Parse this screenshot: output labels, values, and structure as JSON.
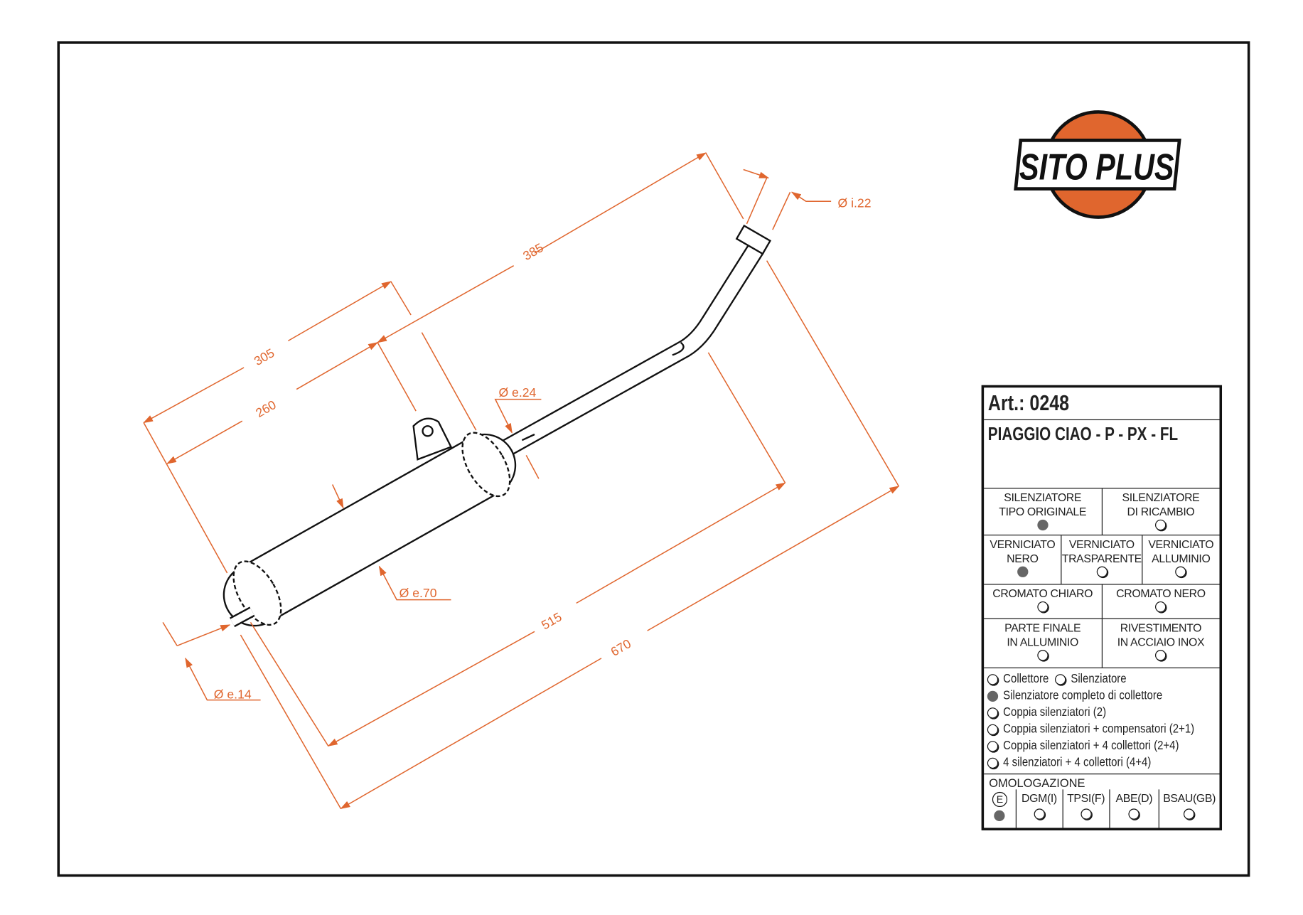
{
  "brand": {
    "logo_text": "SITO PLUS",
    "orange": "#E0662E"
  },
  "dimensions": {
    "d385": "385",
    "d305": "305",
    "d260": "260",
    "d515": "515",
    "d670": "670",
    "dia_i22": "Ø i.22",
    "dia_e24": "Ø e.24",
    "dia_e70": "Ø e.70",
    "dia_e14": "Ø e.14"
  },
  "spec": {
    "art_label": "Art.:",
    "art_number": "0248",
    "model": "PIAGGIO CIAO - P - PX - FL",
    "type_options": [
      {
        "line1": "SILENZIATORE",
        "line2": "TIPO ORIGINALE",
        "selected": true
      },
      {
        "line1": "SILENZIATORE",
        "line2": "DI RICAMBIO",
        "selected": false
      }
    ],
    "paint_options": [
      {
        "line1": "VERNICIATO",
        "line2": "NERO",
        "selected": true
      },
      {
        "line1": "VERNICIATO",
        "line2": "TRASPARENTE",
        "selected": false
      },
      {
        "line1": "VERNICIATO",
        "line2": "ALLUMINIO",
        "selected": false
      }
    ],
    "chrome_options": [
      {
        "line1": "CROMATO CHIARO",
        "selected": false
      },
      {
        "line1": "CROMATO NERO",
        "selected": false
      }
    ],
    "finish_options": [
      {
        "line1": "PARTE FINALE",
        "line2": "IN ALLUMINIO",
        "selected": false
      },
      {
        "line1": "RIVESTIMENTO",
        "line2": "IN ACCIAIO INOX",
        "selected": false
      }
    ],
    "composition": {
      "collettore": "Collettore",
      "silenziatore": "Silenziatore",
      "items": [
        "Silenziatore completo di collettore",
        "Coppia silenziatori (2)",
        "Coppia silenziatori + compensatori (2+1)",
        "Coppia silenziatori + 4 collettori (2+4)",
        "4 silenziatori + 4 collettori (4+4)"
      ],
      "selected_index": 0
    },
    "homologation": {
      "title": "OMOLOGAZIONE",
      "e_mark": "E",
      "options": [
        "DGM(I)",
        "TPSI(F)",
        "ABE(D)",
        "BSAU(GB)"
      ],
      "e_selected": true
    }
  }
}
